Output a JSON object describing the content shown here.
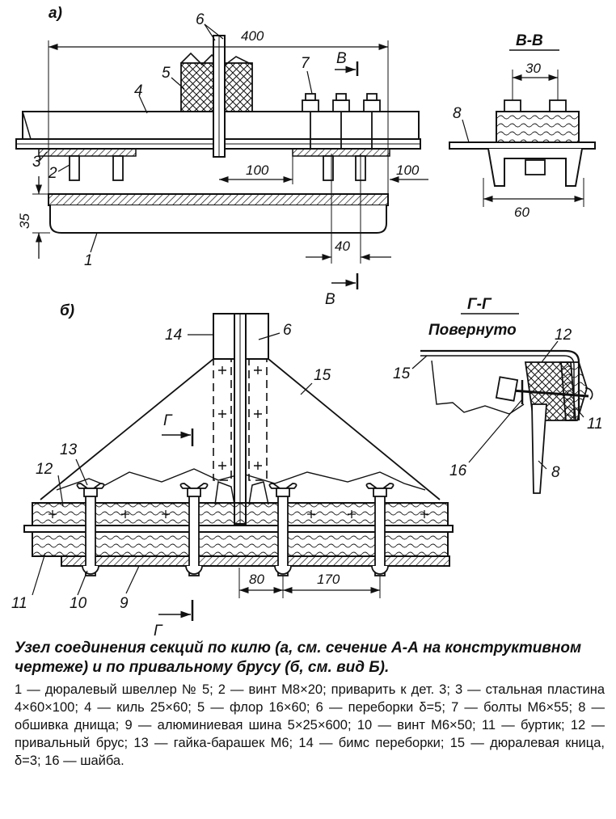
{
  "views": {
    "a_label": "а)",
    "b_label": "б)"
  },
  "section_labels": {
    "vv_title": "В-В",
    "gg_title": "Г-Г",
    "rotated": "Повернуто",
    "v_mark": "В",
    "g_mark": "Г"
  },
  "dimensions": {
    "d400": "400",
    "d100a": "100",
    "d100b": "100",
    "d35": "35",
    "d40": "40",
    "d30": "30",
    "d60": "60",
    "d80": "80",
    "d170": "170"
  },
  "callouts": {
    "c1": "1",
    "c2": "2",
    "c3": "3",
    "c4": "4",
    "c5": "5",
    "c6": "6",
    "c7": "7",
    "c8": "8",
    "c6b": "6",
    "c8gg": "8",
    "c9": "9",
    "c10": "10",
    "c11": "11",
    "c11gg": "11",
    "c12": "12",
    "c12gg": "12",
    "c13": "13",
    "c14": "14",
    "c15": "15",
    "c15gg": "15",
    "c16": "16"
  },
  "caption": {
    "title": "Узел соединения секций по килю (а, см. сечение А-А на конструктивном чертеже) и по привальному брусу (б, см. вид Б).",
    "legend": [
      "1 — дюралевый швеллер № 5;",
      "2 — винт М8×20; приварить к дет. 3;",
      "3 — стальная пластина 4×60×100;",
      "4 — киль 25×60;",
      "5 — флор 16×60;",
      "6 — переборки δ=5;",
      "7 — болты М6×55;",
      "8 — обшивка днища;",
      "9 — алюминиевая шина 5×25×600;",
      "10 — винт М6×50;",
      "11 — буртик;",
      "12 — привальный брус;",
      "13 — гайка-барашек М6;",
      "14 — бимс переборки;",
      "15 — дюралевая кница, δ=3;",
      "16 — шайба."
    ]
  }
}
